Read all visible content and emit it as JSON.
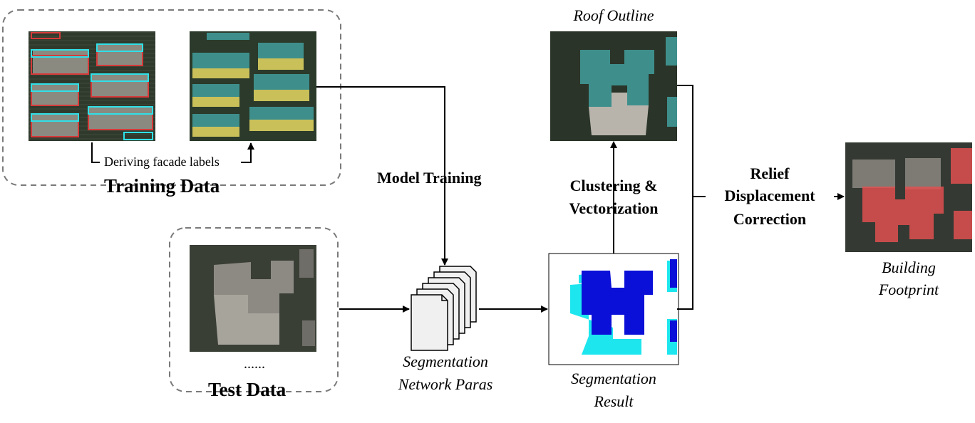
{
  "training": {
    "title": "Training Data",
    "deriving_label": "Deriving facade labels"
  },
  "test": {
    "title": "Test Data",
    "ellipsis": "......"
  },
  "model_training": "Model Training",
  "segmentation_paras": {
    "line1": "Segmentation",
    "line2": "Network Paras"
  },
  "segmentation_result": {
    "line1": "Segmentation",
    "line2": "Result"
  },
  "roof_outline": "Roof Outline",
  "clustering": {
    "line1": "Clustering &",
    "line2": "Vectorization"
  },
  "relief": {
    "line1": "Relief",
    "line2": "Displacement",
    "line3": "Correction"
  },
  "building_footprint": {
    "line1": "Building",
    "line2": "Footprint"
  },
  "colors": {
    "facade_red": "#d63a3a",
    "facade_cyan": "#2fe0e8",
    "roof_teal": "#3e8f8c",
    "seg_blue": "#0a10d8",
    "seg_cyan": "#1ee6ee",
    "footprint_red": "#e05050"
  }
}
